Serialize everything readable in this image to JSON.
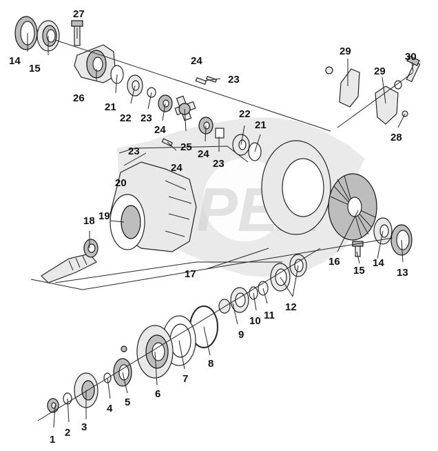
{
  "callouts": [
    "1",
    "2",
    "3",
    "4",
    "5",
    "6",
    "7",
    "8",
    "9",
    "10",
    "11",
    "12",
    "13",
    "14",
    "15",
    "16",
    "17",
    "18",
    "19",
    "20",
    "21",
    "22",
    "23",
    "24",
    "25",
    "26",
    "27",
    "28",
    "29",
    "30"
  ],
  "watermark": {
    "text": "OPEX",
    "color": "#d8d8d8"
  },
  "colors": {
    "line": "#222222",
    "label": "#111111",
    "fill_light": "#e9e9e9",
    "fill_dark": "#bdbdbd"
  }
}
